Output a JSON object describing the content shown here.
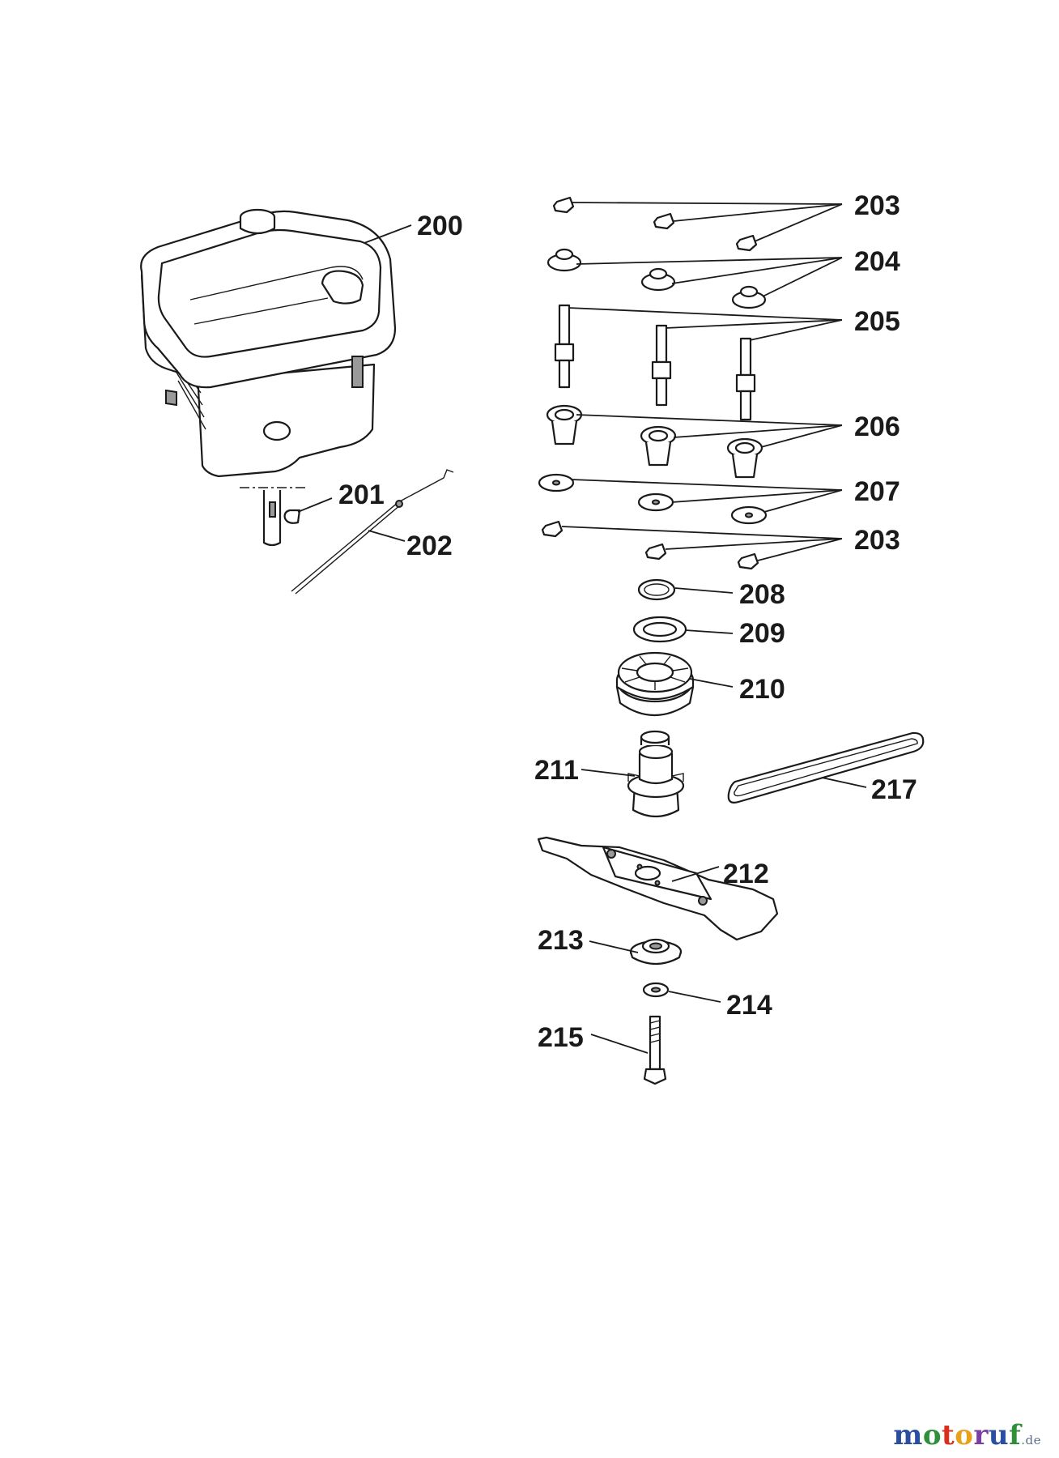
{
  "callouts": {
    "c200": "200",
    "c201": "201",
    "c202": "202",
    "c203a": "203",
    "c204": "204",
    "c205": "205",
    "c206": "206",
    "c207": "207",
    "c203b": "203",
    "c208": "208",
    "c209": "209",
    "c210": "210",
    "c211": "211",
    "c212": "212",
    "c213": "213",
    "c214": "214",
    "c215": "215",
    "c217": "217"
  },
  "watermark": {
    "main": "motoruf",
    "suffix": ".de",
    "colors": [
      "#2b4fa0",
      "#2f8f3a",
      "#d6301f",
      "#e8a21a",
      "#7a3fa0",
      "#2b4fa0",
      "#2f8f3a"
    ]
  }
}
